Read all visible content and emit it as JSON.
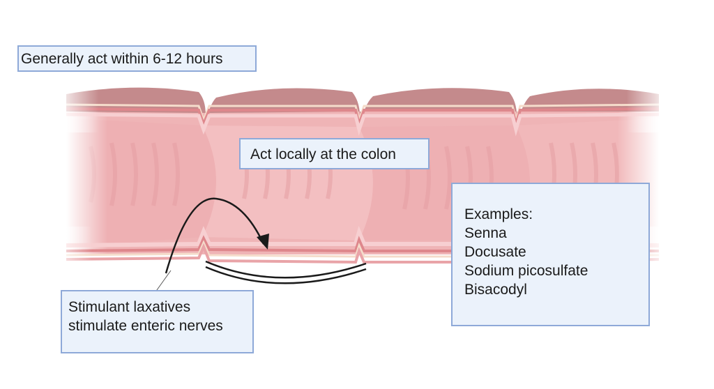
{
  "figure": {
    "subject": "colon-segment-illustration",
    "colors": {
      "label_background": "#ebf2fb",
      "label_border": "#8ea9d8",
      "outer_wall": "#c48a8c",
      "mucosa": "#eeb0b3",
      "arrow": "#1a1a1a"
    }
  },
  "labels": {
    "timing": {
      "lines": [
        "Generally act within 6-12 hours"
      ]
    },
    "local_action": {
      "lines": [
        "Act locally at the colon"
      ]
    },
    "examples": {
      "heading": "Examples:",
      "items": [
        "Senna",
        "Docusate",
        "Sodium picosulfate",
        "Bisacodyl"
      ]
    },
    "mechanism": {
      "lines": [
        "Stimulant laxatives",
        "stimulate enteric nerves"
      ]
    }
  }
}
